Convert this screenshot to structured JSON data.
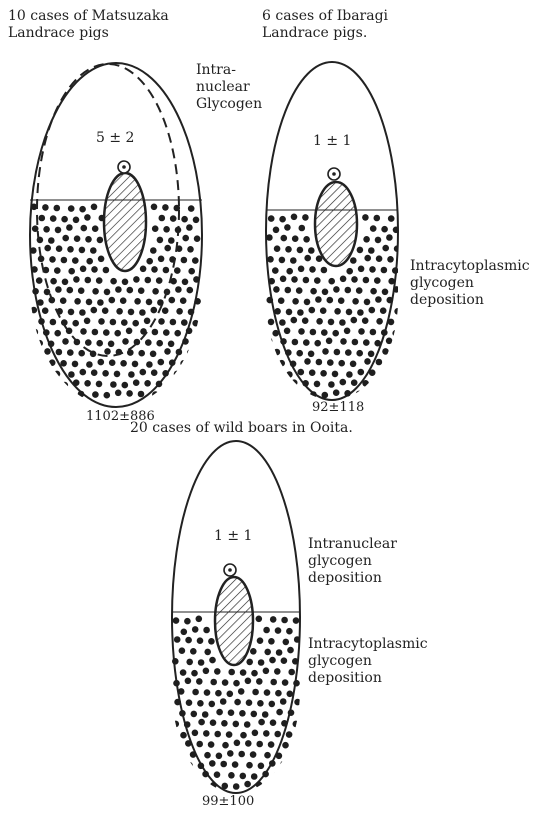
{
  "cells": [
    {
      "title_line1": "10 cases of Matsuzaka",
      "title_line2": "Landrace pigs",
      "nucleus_label": "5 ± 2",
      "bottom_value": "1102±886",
      "side_label": [
        "Intra-",
        "nuclear",
        "Glycogen"
      ]
    },
    {
      "title_line1": "6 cases of Ibaragi",
      "title_line2": "Landrace pigs.",
      "nucleus_label": "1 ± 1",
      "bottom_value": "92±118",
      "side_label": [
        "Intracytoplasmic",
        "glycogen",
        "deposition"
      ]
    },
    {
      "title_line1": "20 cases of wild boars in Ooita.",
      "nucleus_label": "1 ± 1",
      "bottom_value": "99±100",
      "side_label_top": [
        "Intranuclear",
        "glycogen",
        "deposition"
      ],
      "side_label_bottom": [
        "Intracytoplasmic",
        "glycogen",
        "deposition"
      ]
    }
  ]
}
